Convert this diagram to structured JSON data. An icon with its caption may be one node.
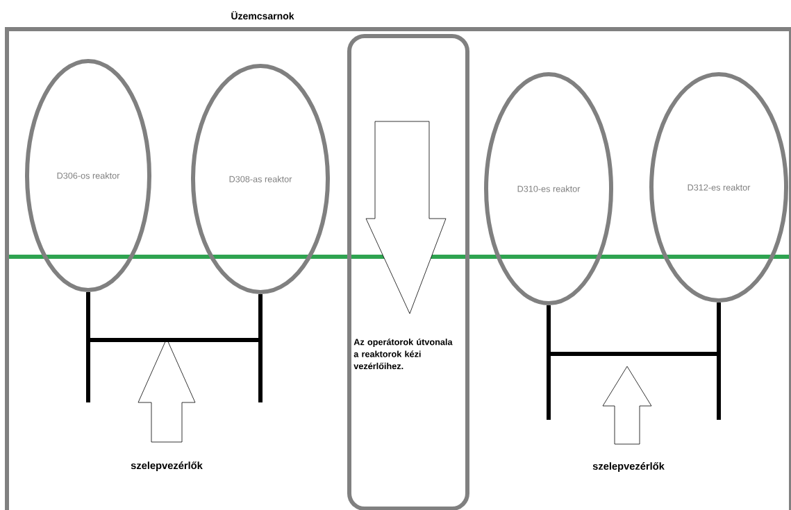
{
  "diagram": {
    "nodes": [
      {
        "text": [
          "Üzemcsarnok"
        ]
      },
      {
        "text": [
          "D306-os reaktor"
        ],
        "in": 0
      },
      {
        "text": [
          "D308-as reaktor"
        ],
        "in": 0
      },
      {
        "text": [
          "Az operátorok útvonala a reaktorok kézi vezérlőihez."
        ],
        "in": 0
      },
      {
        "text": [
          "D310-es reaktor"
        ],
        "in": 0
      },
      {
        "text": [
          "D312-es reaktor"
        ],
        "in": 0
      }
    ],
    "edges": [
      {
        "from": 1,
        "to": 2,
        "arrow": "none"
      },
      {
        "from": 4,
        "to": 5,
        "arrow": "none"
      }
    ],
    "labels": [
      "szelepvezérlők",
      "szelepvezérlők"
    ]
  }
}
